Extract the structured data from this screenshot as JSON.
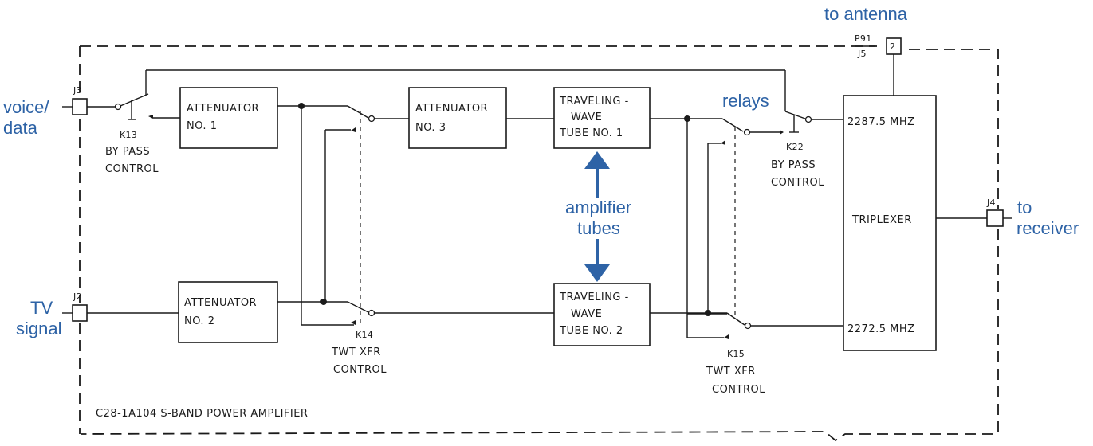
{
  "external_labels": {
    "to_antenna": "to antenna",
    "voice_data_line1": "voice/",
    "voice_data_line2": "data",
    "tv_signal_line1": "TV",
    "tv_signal_line2": "signal",
    "relays": "relays",
    "amplifier_tubes_line1": "amplifier",
    "amplifier_tubes_line2": "tubes",
    "to_receiver_line1": "to",
    "to_receiver_line2": "receiver"
  },
  "connectors": {
    "j3": "J3",
    "j2": "J2",
    "j4": "J4",
    "p91": "P91",
    "j5": "J5",
    "pin": "2"
  },
  "blocks": {
    "attenuator1": [
      "ATTENUATOR",
      "NO. 1"
    ],
    "attenuator2": [
      "ATTENUATOR",
      "NO. 2"
    ],
    "attenuator3": [
      "ATTENUATOR",
      "NO. 3"
    ],
    "twt1": [
      "TRAVELING -",
      "WAVE",
      "TUBE NO. 1"
    ],
    "twt2": [
      "TRAVELING -",
      "WAVE",
      "TUBE NO. 2"
    ],
    "triplexer": "TRIPLEXER",
    "freq_high": "2287.5 MHZ",
    "freq_low": "2272.5 MHZ"
  },
  "relays": {
    "k13": [
      "K13",
      "BY PASS",
      "CONTROL"
    ],
    "k14": [
      "K14",
      "TWT  XFR",
      "CONTROL"
    ],
    "k22": [
      "K22",
      "BY PASS",
      "CONTROL"
    ],
    "k15": [
      "K15",
      "TWT  XFR",
      "CONTROL"
    ]
  },
  "caption": "C28-1A104    S-BAND POWER AMPLIFIER",
  "colors": {
    "annotation_blue": "#2e63a6",
    "ink": "#1a1a1a"
  }
}
